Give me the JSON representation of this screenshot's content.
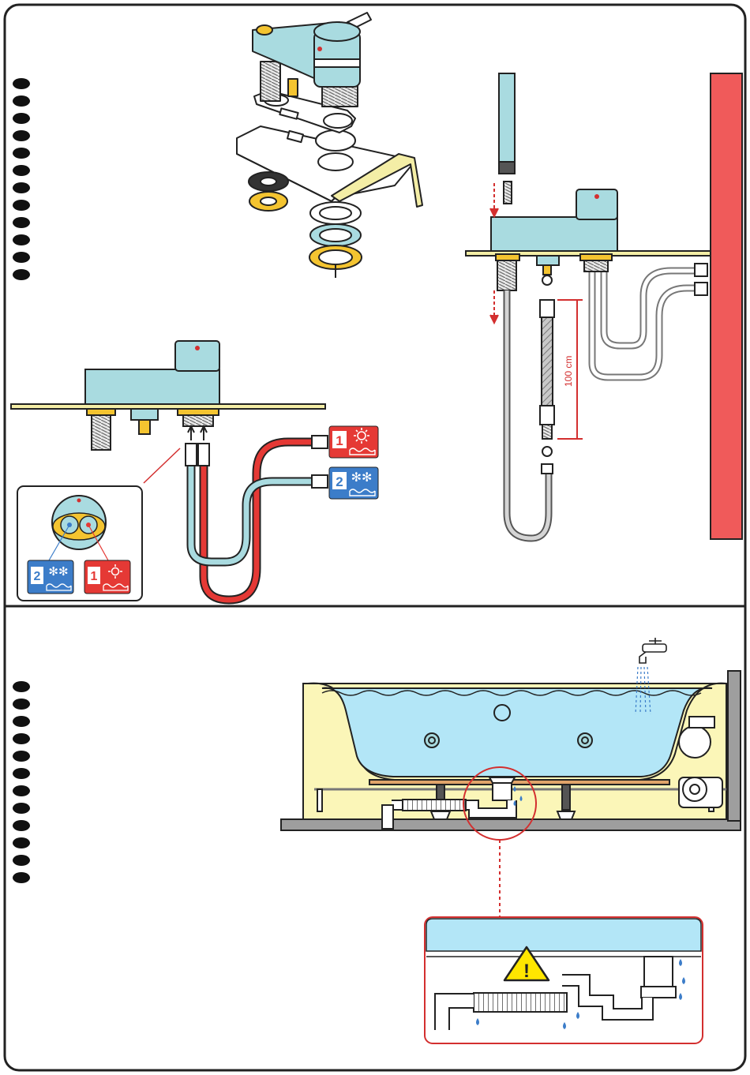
{
  "labels": {
    "hot_number": "1",
    "cold_number": "2",
    "hose_length": "100 cm",
    "warning_mark": "!"
  },
  "colors": {
    "hot": "#e53935",
    "cold": "#3c7dc9",
    "metal_teal": "#a9dbe0",
    "water": "#b3e6f7",
    "tub_body": "#fbf6b8",
    "wall": "#f05a5a",
    "warning": "#ffe600",
    "deck": "#f4eea6"
  },
  "icons": {
    "hot": "sun-icon",
    "cold": "snowflake-icon",
    "water": "wave-icon",
    "warning": "warning-triangle-icon",
    "faucet": "tap-icon"
  },
  "panels": {
    "top": {
      "bullet_count": 12
    },
    "bottom": {
      "bullet_count": 12
    }
  }
}
